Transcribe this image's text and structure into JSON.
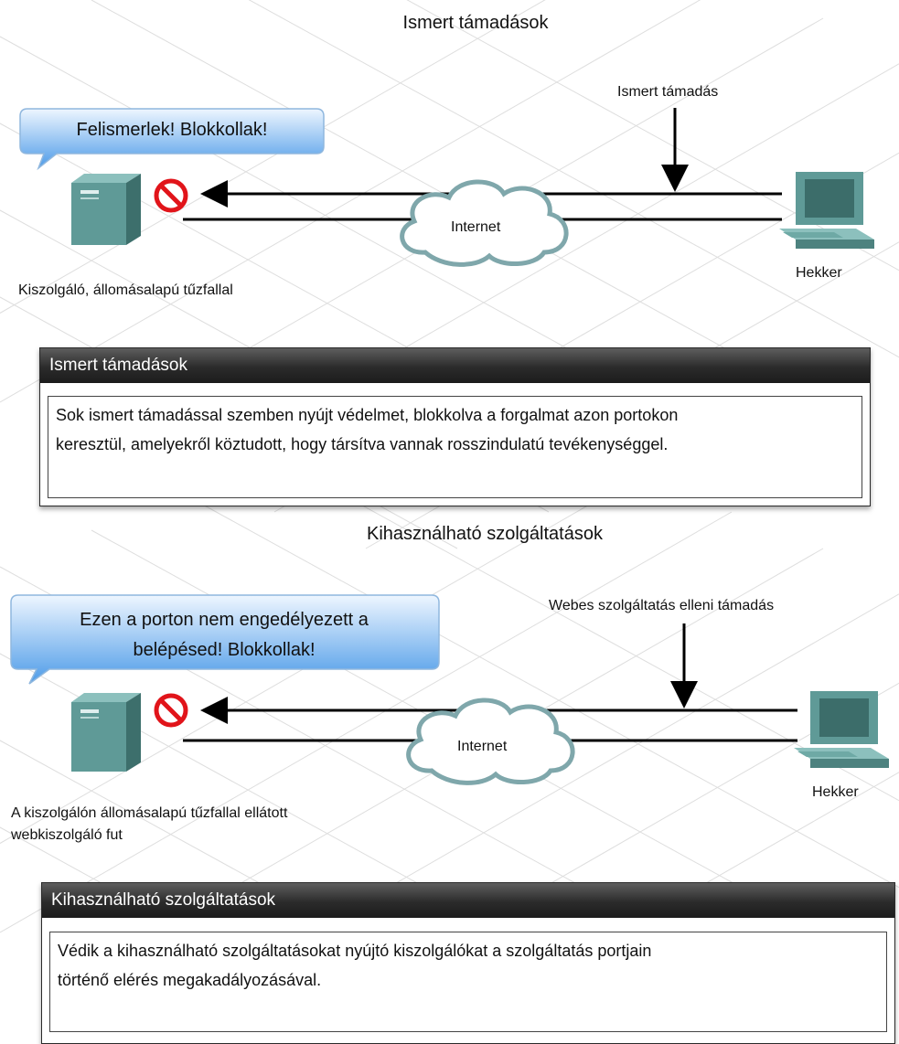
{
  "sections": [
    {
      "title": "Ismert támadások",
      "bubble": {
        "line1": "Felismerlek! Blokkollak!",
        "line2": ""
      },
      "attack_label": "Ismert támadás",
      "cloud_label": "Internet",
      "server_label": "Kiszolgáló, állomásalapú tűzfallal",
      "server_label_line2": "",
      "hacker_label": "Hekker",
      "panel": {
        "header": "Ismert támadások",
        "text_line1": "Sok ismert támadással szemben nyújt védelmet, blokkolva a forgalmat azon portokon",
        "text_line2": "keresztül, amelyekről köztudott, hogy társítva vannak rosszindulatú tevékenységgel."
      }
    },
    {
      "title": "Kihasználható szolgáltatások",
      "bubble": {
        "line1": "Ezen a porton nem engedélyezett a",
        "line2": "belépésed! Blokkollak!"
      },
      "attack_label": "Webes szolgáltatás elleni támadás",
      "cloud_label": "Internet",
      "server_label": "A kiszolgálón állomásalapú tűzfallal ellátott",
      "server_label_line2": "webkiszolgáló fut",
      "hacker_label": "Hekker",
      "panel": {
        "header": "Kihasználható szolgáltatások",
        "text_line1": "Védik a kihasználható szolgáltatásokat nyújtó kiszolgálókat a szolgáltatás portjain",
        "text_line2": "történő elérés megakadályozásával."
      }
    }
  ],
  "colors": {
    "bubble_top": "#eaf4ff",
    "bubble_bottom": "#4d9be8",
    "server_body": "#5f9a97",
    "cloud_stroke": "#7fa7ab",
    "block_red": "#e1141a",
    "panel_header": "#2b2b2b"
  },
  "icons": [
    "speech-bubble",
    "server-icon",
    "block-icon",
    "cloud-icon",
    "computer-icon",
    "arrow-icon"
  ]
}
